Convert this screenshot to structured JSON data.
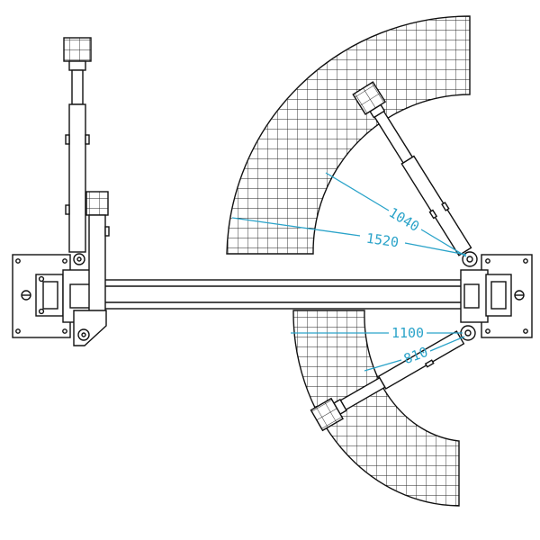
{
  "colors": {
    "line": "#111111",
    "dimension": "#2aa3c9",
    "background": "#ffffff"
  },
  "dimensions": {
    "upper_short": "1040",
    "upper_long": "1520",
    "lower_long": "1100",
    "lower_short": "810"
  }
}
